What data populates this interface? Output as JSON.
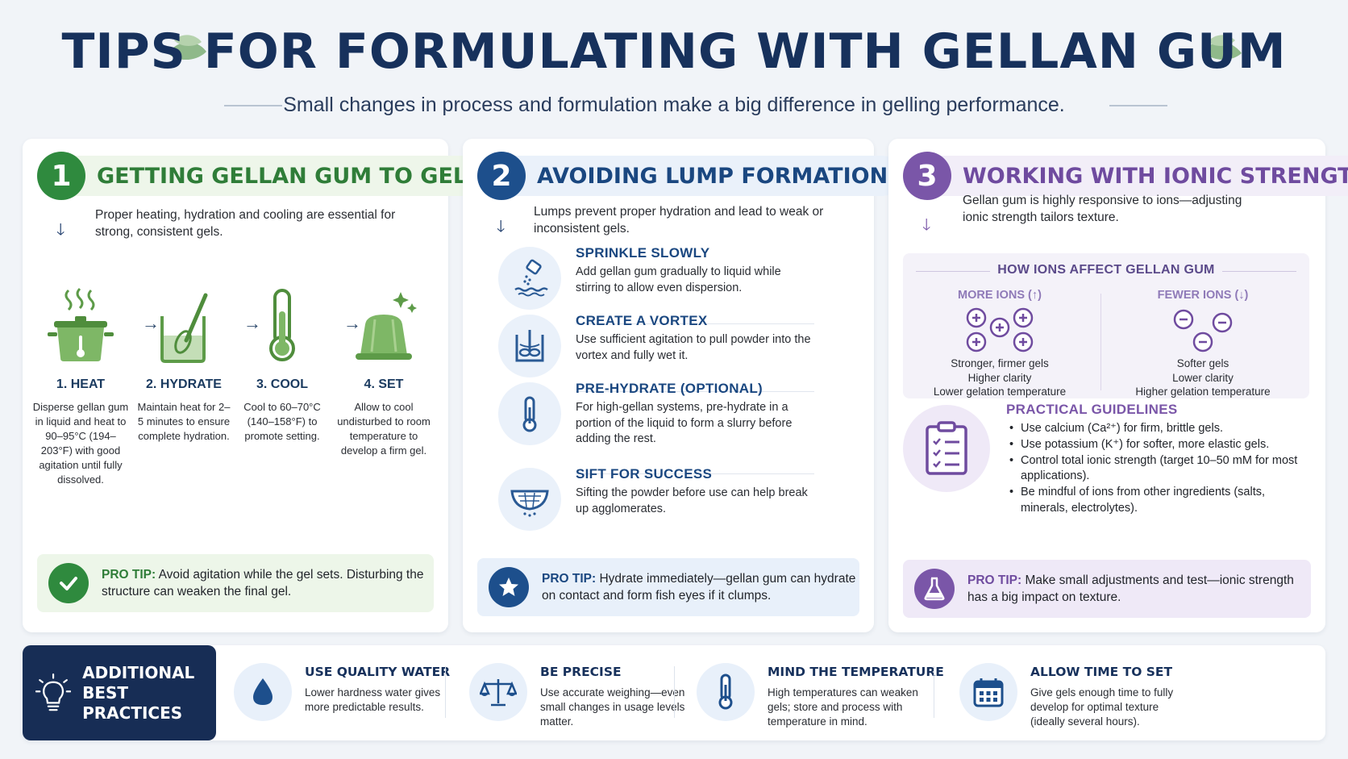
{
  "header": {
    "title": "TIPS FOR FORMULATING WITH GELLAN GUM",
    "subtitle": "Small changes in process and formulation make a big difference in gelling performance."
  },
  "colors": {
    "navy": "#17315c",
    "green": "#2f8a3e",
    "blue": "#1d4f8c",
    "purple": "#7a56a8"
  },
  "card1": {
    "number": "1",
    "title": "GETTING GELLAN GUM TO GEL",
    "intro": "Proper heating, hydration and cooling are essential for strong, consistent gels.",
    "steps": [
      {
        "title": "1. HEAT",
        "desc": "Disperse gellan gum in liquid and heat to 90–95°C (194–203°F) with good agitation until fully dissolved.",
        "icon": "steaming-pot-icon"
      },
      {
        "title": "2. HYDRATE",
        "desc": "Maintain heat for 2–5 minutes to ensure complete hydration.",
        "icon": "whisk-beaker-icon"
      },
      {
        "title": "3. COOL",
        "desc": "Cool to 60–70°C (140–158°F) to promote setting.",
        "icon": "thermometer-icon"
      },
      {
        "title": "4. SET",
        "desc": "Allow to cool undisturbed to room temperature to develop a firm gel.",
        "icon": "jelly-mold-icon"
      }
    ],
    "pro_label": "PRO TIP:",
    "pro_text": " Avoid agitation while the gel sets. Disturbing the structure can weaken the final gel."
  },
  "card2": {
    "number": "2",
    "title": "AVOIDING LUMP FORMATION",
    "intro": "Lumps prevent proper hydration and lead to weak or inconsistent gels.",
    "items": [
      {
        "title": "SPRINKLE SLOWLY",
        "desc": "Add gellan gum gradually to liquid while stirring to allow even dispersion.",
        "icon": "sprinkle-icon"
      },
      {
        "title": "CREATE A VORTEX",
        "desc": "Use sufficient agitation to pull powder into the vortex and fully wet it.",
        "icon": "vortex-mixer-icon"
      },
      {
        "title": "PRE-HYDRATE (OPTIONAL)",
        "desc": "For high-gellan systems, pre-hydrate in a portion of the liquid to form a slurry before adding the rest.",
        "icon": "thermometer-icon"
      },
      {
        "title": "SIFT FOR SUCCESS",
        "desc": "Sifting the powder before use can help break up agglomerates.",
        "icon": "sieve-icon"
      }
    ],
    "pro_label": "PRO TIP:",
    "pro_text": " Hydrate immediately—gellan gum can hydrate on contact and form fish eyes if it clumps."
  },
  "card3": {
    "number": "3",
    "title": "WORKING WITH IONIC STRENGTH",
    "intro": "Gellan gum is highly responsive to ions—adjusting ionic strength tailors texture.",
    "ions_title": "HOW IONS AFFECT GELLAN GUM",
    "more": {
      "head": "MORE IONS (↑)",
      "lines": [
        "Stronger, firmer gels",
        "Higher clarity",
        "Lower gelation temperature"
      ]
    },
    "fewer": {
      "head": "FEWER IONS (↓)",
      "lines": [
        "Softer gels",
        "Lower clarity",
        "Higher gelation temperature"
      ]
    },
    "guide_title": "PRACTICAL GUIDELINES",
    "guidelines": [
      "Use calcium (Ca²⁺) for firm, brittle gels.",
      "Use potassium (K⁺) for softer, more elastic gels.",
      "Control total ionic strength (target 10–50 mM for most applications).",
      "Be mindful of ions from other ingredients (salts, minerals, electrolytes)."
    ],
    "pro_label": "PRO TIP:",
    "pro_text": " Make small adjustments and test—ionic strength has a big impact on texture."
  },
  "bottom": {
    "label_line1": "ADDITIONAL",
    "label_line2": "BEST PRACTICES",
    "items": [
      {
        "title": "USE QUALITY WATER",
        "desc": "Lower hardness water gives more predictable results.",
        "icon": "water-drop-icon"
      },
      {
        "title": "BE PRECISE",
        "desc": "Use accurate weighing—even small changes in usage levels matter.",
        "icon": "balance-scale-icon"
      },
      {
        "title": "MIND THE TEMPERATURE",
        "desc": "High temperatures can weaken gels; store and process with temperature in mind.",
        "icon": "thermometer-icon"
      },
      {
        "title": "ALLOW TIME TO SET",
        "desc": "Give gels enough time to fully develop for optimal texture (ideally several hours).",
        "icon": "calendar-icon"
      }
    ]
  }
}
